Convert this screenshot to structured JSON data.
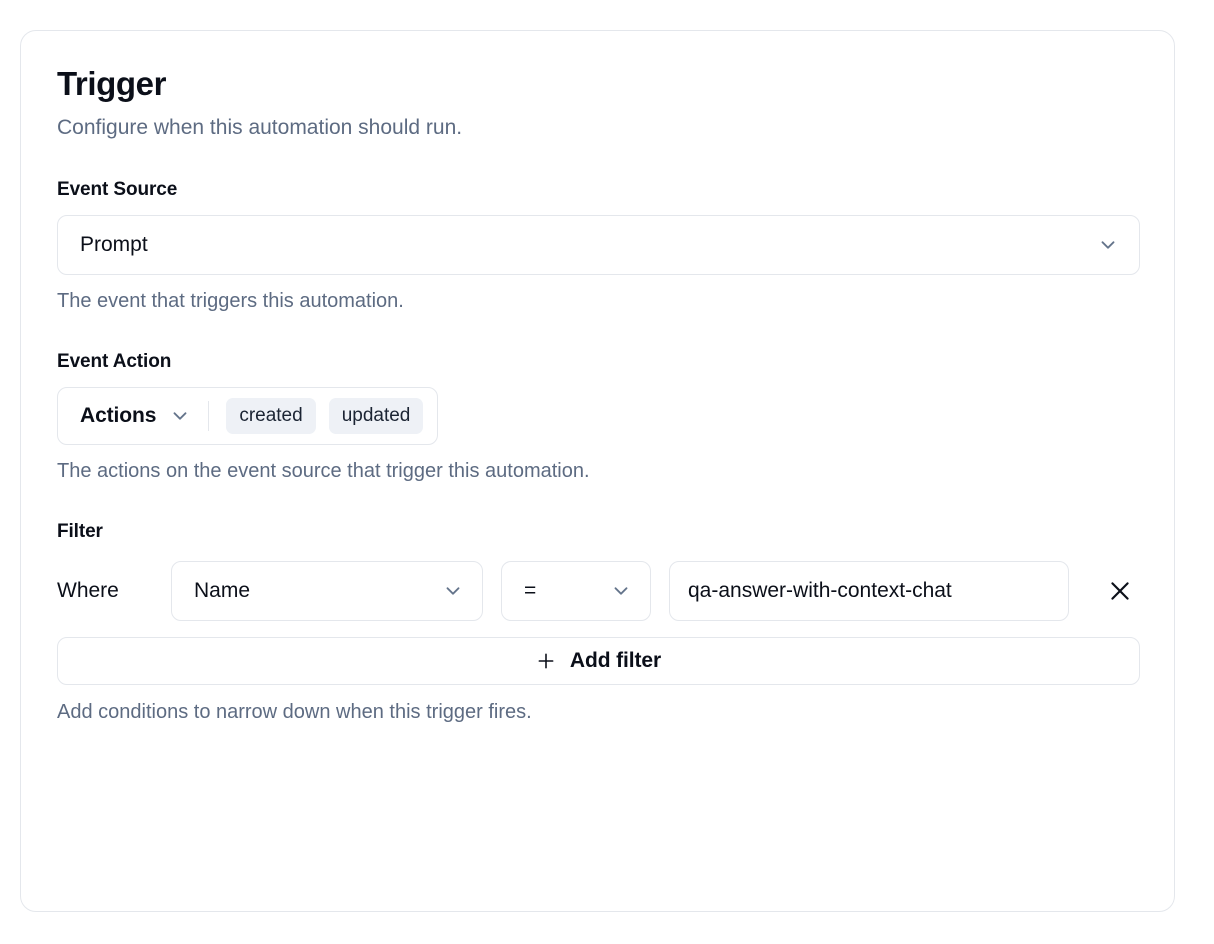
{
  "card": {
    "title": "Trigger",
    "subtitle": "Configure when this automation should run."
  },
  "event_source": {
    "label": "Event Source",
    "selected": "Prompt",
    "help": "The event that triggers this automation.",
    "chevron_icon": "chevron-down-icon"
  },
  "event_action": {
    "label": "Event Action",
    "dropdown_label": "Actions",
    "chevron_icon": "chevron-down-icon",
    "chips": [
      "created",
      "updated"
    ],
    "help": "The actions on the event source that trigger this automation."
  },
  "filter": {
    "label": "Filter",
    "where_label": "Where",
    "rows": [
      {
        "field": "Name",
        "operator": "=",
        "value": "qa-answer-with-context-chat",
        "remove_icon": "close-icon"
      }
    ],
    "add_label": "Add filter",
    "add_icon": "plus-icon",
    "help": "Add conditions to narrow down when this trigger fires."
  },
  "colors": {
    "border": "#e4e7ec",
    "text_primary": "#0b0f19",
    "text_muted": "#5d6b82",
    "chip_bg": "#eef1f6",
    "icon_muted": "#64748b"
  }
}
